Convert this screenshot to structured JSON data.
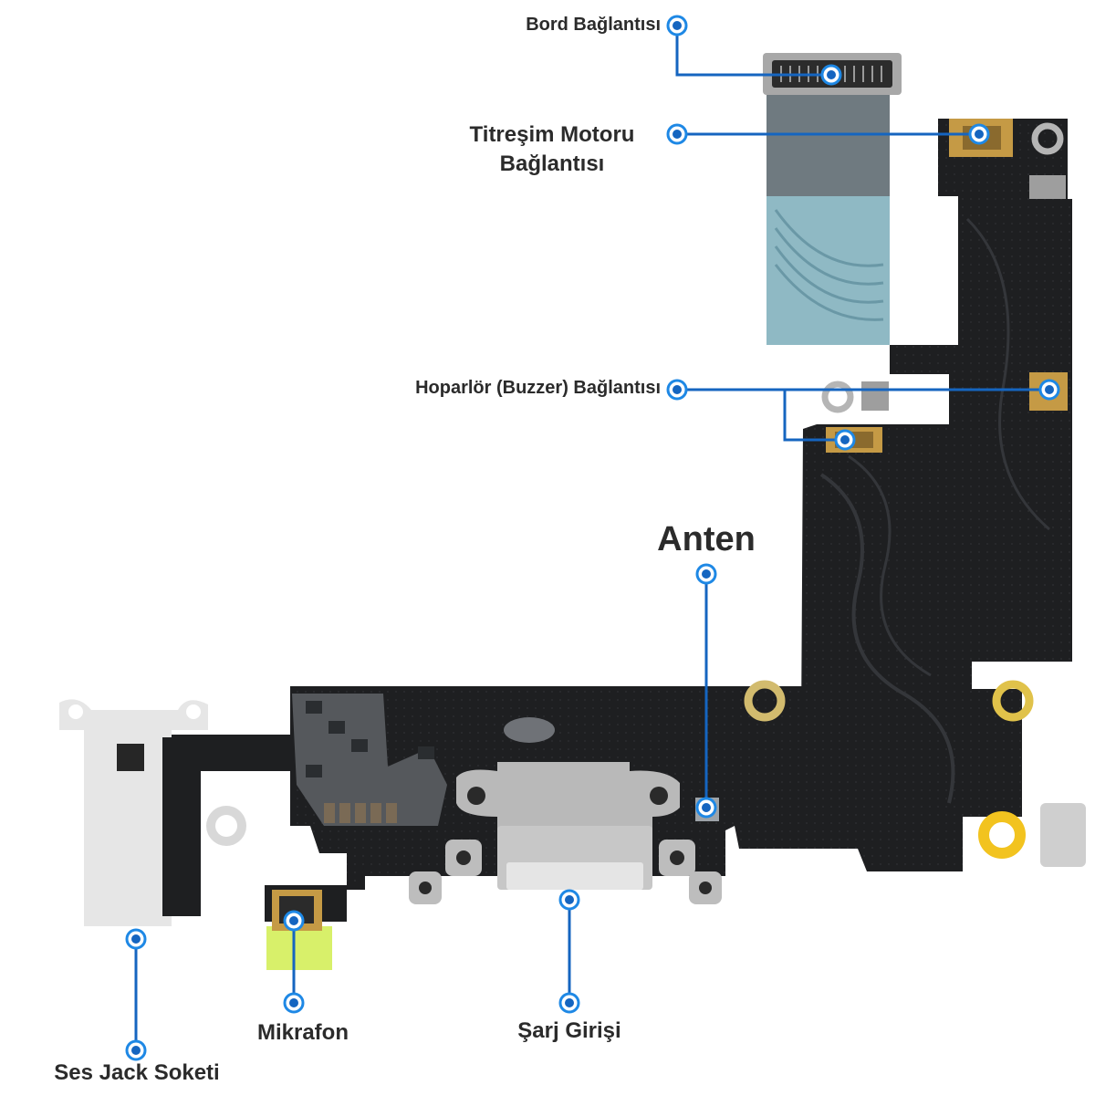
{
  "colors": {
    "callout_line": "#1565c0",
    "callout_dot_ring": "#1e88e5",
    "flex_board": "#1e1f21",
    "connector_gold": "#c59a45",
    "ribbon_cable": "#6f7a80",
    "ribbon_teal": "#8fb9c4",
    "jack_white": "#f0f0f0",
    "port_silver": "#b9b9b9",
    "label_text": "#2b2b2b",
    "mic_sticker": "#d8f06a"
  },
  "labels": {
    "board_connector": "Bord Bağlantısı",
    "vibration_motor_line1": "Titreşim Motoru",
    "vibration_motor_line2": "Bağlantısı",
    "speaker_buzzer": "Hoparlör (Buzzer) Bağlantısı",
    "antenna": "Anten",
    "audio_jack": "Ses Jack Soketi",
    "microphone": "Mikrafon",
    "charging_port": "Şarj Girişi"
  },
  "icons": {
    "callout_marker": "blue-ring-dot"
  }
}
